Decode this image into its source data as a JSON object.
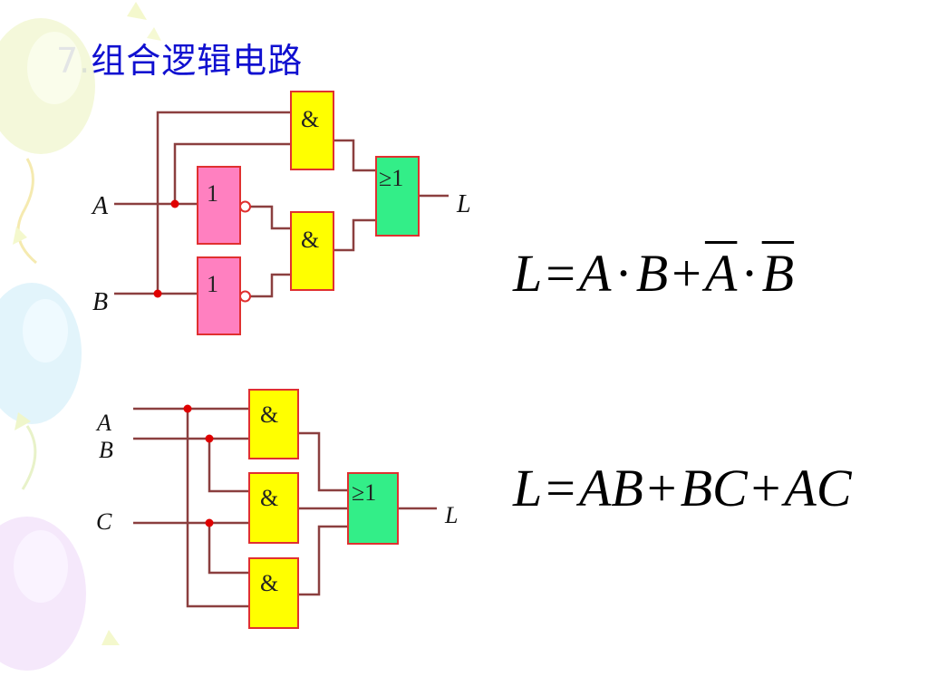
{
  "title": "7.组合逻辑电路",
  "circuit_1": {
    "inputs": [
      "A",
      "B"
    ],
    "output": "L",
    "not_gate_label": "1",
    "and_gate_label": "&",
    "or_gate_label": "≥1"
  },
  "circuit_2": {
    "inputs": [
      "A",
      "B",
      "C"
    ],
    "output": "L",
    "and_gate_label": "&",
    "or_gate_label": "≥1"
  },
  "formula_1": {
    "lhs": "L",
    "eq": "=",
    "t1": "A",
    "dot1": "·",
    "t2": "B",
    "plus": "+",
    "t3": "A",
    "dot2": "·",
    "t4": "B"
  },
  "formula_2": {
    "lhs": "L",
    "eq": "=",
    "t1": "AB",
    "plus1": "+",
    "t2": "BC",
    "plus2": "+",
    "t3": "AC"
  },
  "colors": {
    "title": "#1010d0",
    "and_gate": "#ffff00",
    "not_gate": "#ff80c0",
    "or_gate": "#33ee88",
    "gate_border": "#e03030",
    "wire": "#8b3f3f",
    "junction": "#e00000"
  }
}
